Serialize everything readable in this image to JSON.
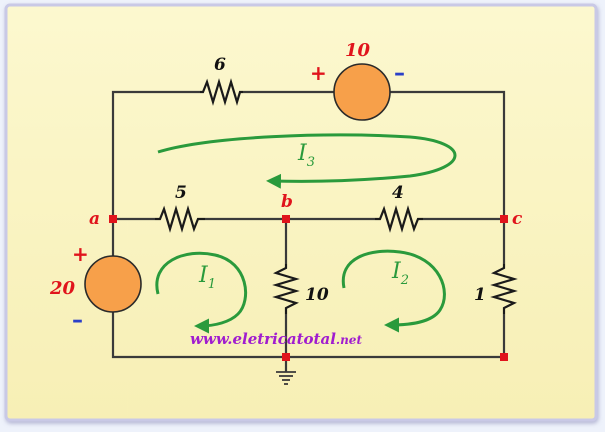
{
  "colors": {
    "frame_bg": "#fbf6c8",
    "wire": "#3a3a3a",
    "node": "#e0141c",
    "source_fill": "#f7a04a",
    "loop_current": "#2a9a3c",
    "watermark": "#a01ccf",
    "minus_sign": "#2a3fc8"
  },
  "resistors": {
    "r_top": "6",
    "r_ab": "5",
    "r_bc": "4",
    "r_b_ground": "10",
    "r_c_ground": "1"
  },
  "sources": {
    "top": {
      "value": "10",
      "plus": "+",
      "minus": "–"
    },
    "left": {
      "value": "20",
      "plus": "+",
      "minus": "–"
    }
  },
  "nodes": {
    "a": "a",
    "b": "b",
    "c": "c"
  },
  "loop_currents": {
    "I1": {
      "symbol": "I",
      "sub": "1"
    },
    "I2": {
      "symbol": "I",
      "sub": "2"
    },
    "I3": {
      "symbol": "I",
      "sub": "3"
    }
  },
  "watermark": {
    "main": "www.eletricatotal",
    "suffix": ".net"
  },
  "icons": [
    "ground-icon",
    "arrow-icon"
  ]
}
